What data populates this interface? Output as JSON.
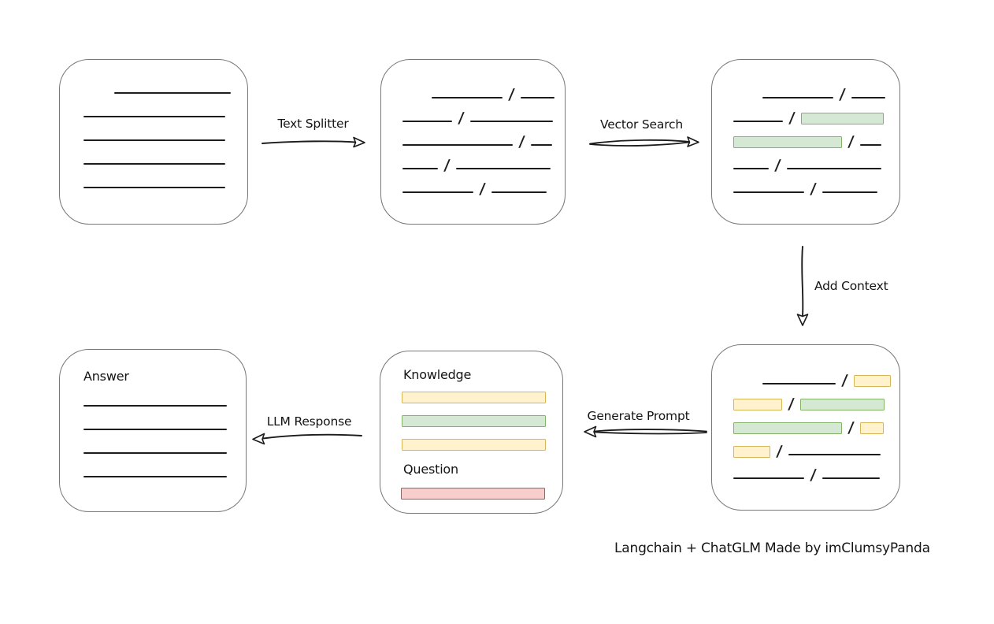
{
  "caption": "Langchain + ChatGLM Made by imClumsyPanda",
  "colors": {
    "line": "#1c1c1c",
    "box_border": "#777777",
    "green_fill": "#d5e8d4",
    "green_stroke": "#82b366",
    "yellow_fill": "#fff2cc",
    "yellow_stroke": "#d6b656",
    "red_fill": "#f8cecc",
    "red_stroke": "#b85450"
  },
  "arrows": {
    "text_splitter": "Text Splitter",
    "vector_search": "Vector Search",
    "add_context": "Add Context",
    "generate_prompt": "Generate Prompt",
    "llm_response": "LLM Response"
  },
  "boxes": {
    "document": {
      "rows": [
        [
          "gap:32",
          "line:148"
        ],
        [
          "line:180"
        ],
        [
          "line:180"
        ],
        [
          "line:180"
        ],
        [
          "line:180"
        ]
      ]
    },
    "split_chunks": {
      "rows": [
        [
          "gap:30",
          "line:90",
          "slash",
          "line:43"
        ],
        [
          "line:63",
          "slash",
          "line:105"
        ],
        [
          "line:140",
          "slash",
          "line:27"
        ],
        [
          "line:45",
          "slash",
          "line:120"
        ],
        [
          "line:90",
          "slash",
          "line:70"
        ]
      ]
    },
    "matched_chunks": {
      "rows": [
        [
          "gap:30",
          "line:90",
          "slash",
          "line:43"
        ],
        [
          "line:63",
          "slash",
          "green:105"
        ],
        [
          "green:138",
          "slash",
          "line:27"
        ],
        [
          "line:45",
          "slash",
          "line:120"
        ],
        [
          "line:90",
          "slash",
          "line:70"
        ]
      ]
    },
    "context_chunks": {
      "rows": [
        [
          "gap:30",
          "line:93",
          "slash",
          "yellow:47"
        ],
        [
          "yellow:62",
          "slash",
          "green:107"
        ],
        [
          "green:138",
          "slash",
          "yellow:30"
        ],
        [
          "yellow:47",
          "slash",
          "line:117"
        ],
        [
          "line:90",
          "slash",
          "line:73"
        ]
      ]
    },
    "prompt": {
      "knowledge_label": "Knowledge",
      "question_label": "Question",
      "knowledge_rows": [
        [
          "yellow:183"
        ],
        [
          "green:183"
        ],
        [
          "yellow:183"
        ]
      ],
      "question_rows": [
        [
          "red:183"
        ]
      ]
    },
    "answer": {
      "label": "Answer",
      "rows": [
        [
          "line:182"
        ],
        [
          "line:182"
        ],
        [
          "line:182"
        ],
        [
          "line:182"
        ]
      ]
    }
  }
}
